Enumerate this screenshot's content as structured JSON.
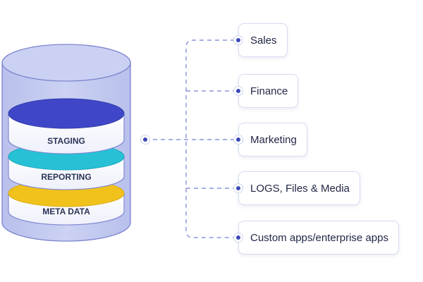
{
  "database": {
    "layers": [
      {
        "label": "STAGING",
        "color": "#3f47c8"
      },
      {
        "label": "REPORTING",
        "color": "#27c1d6"
      },
      {
        "label": "META DATA",
        "color": "#f1c21b"
      }
    ],
    "body_color": "#c4cbf0",
    "line_color": "#8a95d8"
  },
  "targets": [
    {
      "label": "Sales"
    },
    {
      "label": "Finance"
    },
    {
      "label": "Marketing"
    },
    {
      "label": "LOGS, Files & Media"
    },
    {
      "label": "Custom apps/enterprise apps"
    }
  ]
}
